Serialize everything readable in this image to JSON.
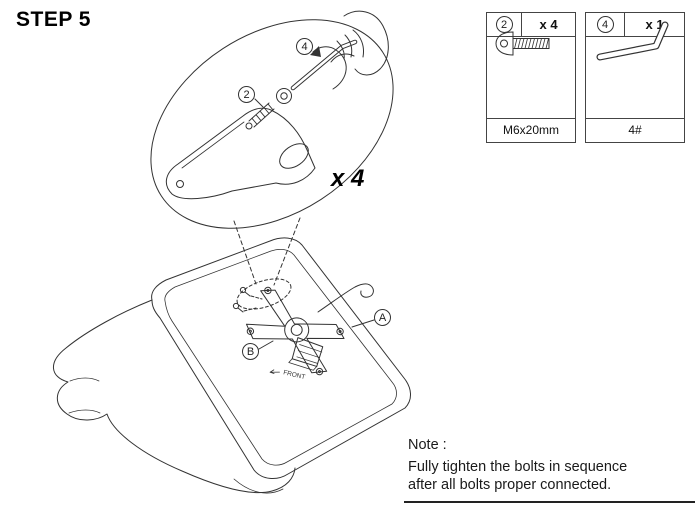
{
  "step": {
    "title": "STEP 5"
  },
  "parts_table": {
    "bolt": {
      "id": "2",
      "qty": "x 4",
      "spec": "M6x20mm"
    },
    "allen_key": {
      "id": "4",
      "qty": "x 1",
      "spec": "4#"
    }
  },
  "callout": {
    "bolt_id": "2",
    "rotate_id": "4",
    "multiplier": "x 4"
  },
  "diagram": {
    "label_a": "A",
    "label_b": "B",
    "front": "FRONT"
  },
  "note": {
    "heading": "Note :",
    "lines": [
      "Fully tighten the bolts in sequence",
      "after all bolts proper connected."
    ]
  }
}
